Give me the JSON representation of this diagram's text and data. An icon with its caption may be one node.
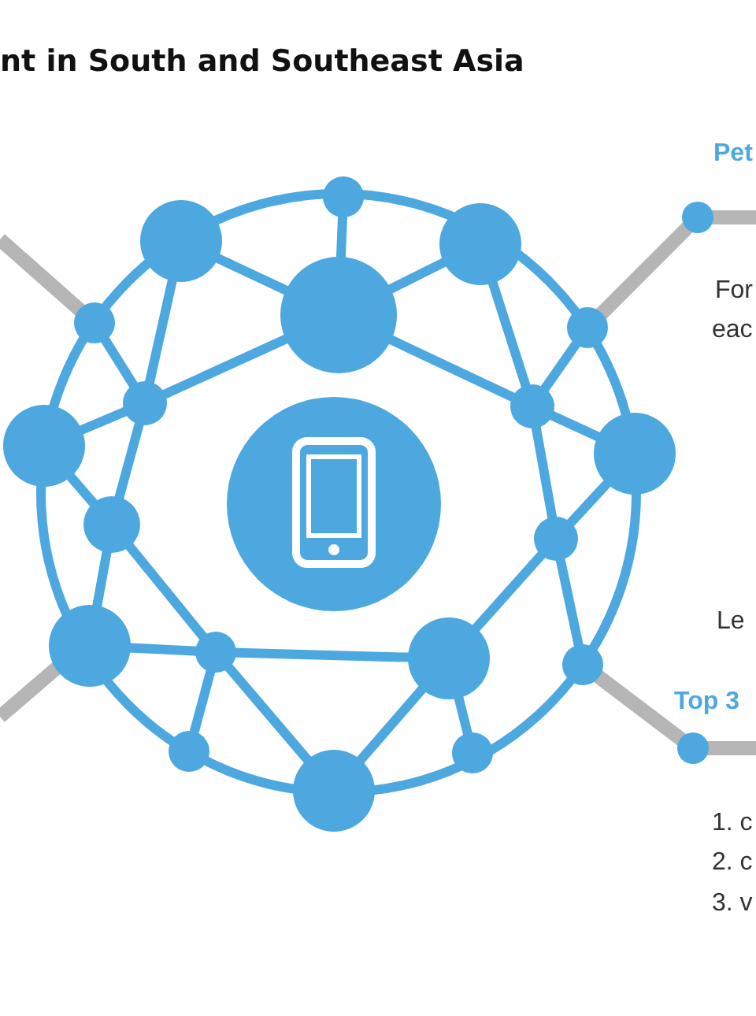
{
  "diagram": {
    "title": "nt in South and Southeast Asia",
    "labels": [
      "Pet",
      "For",
      "eac",
      "Le",
      "Top 3",
      "1. c",
      "2. c",
      "3. v"
    ]
  }
}
